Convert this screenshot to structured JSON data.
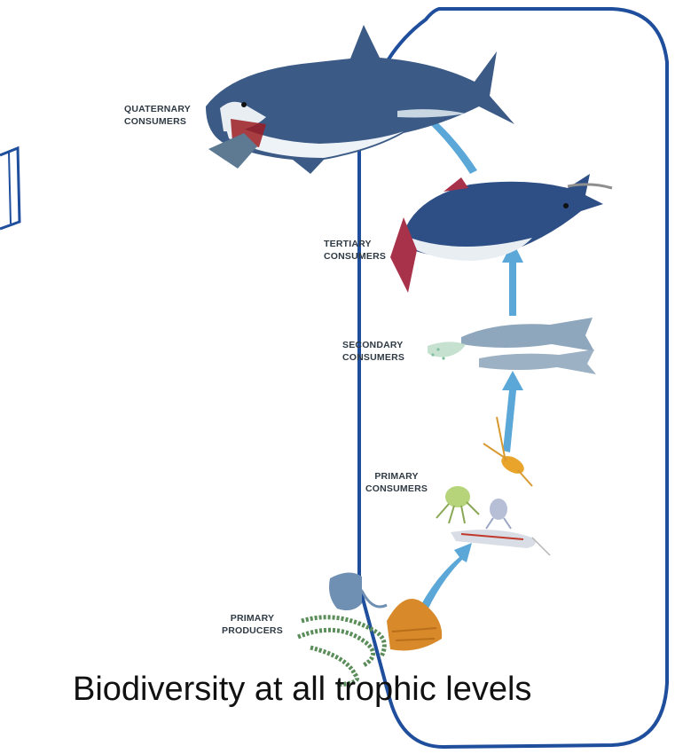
{
  "levels": {
    "quaternary": {
      "line1": "QUATERNARY",
      "line2": "CONSUMERS"
    },
    "tertiary": {
      "line1": "TERTIARY",
      "line2": "CONSUMERS"
    },
    "secondary": {
      "line1": "SECONDARY",
      "line2": "CONSUMERS"
    },
    "primary_consumers": {
      "line1": "PRIMARY",
      "line2": "CONSUMERS"
    },
    "producers": {
      "line1": "PRIMARY",
      "line2": "PRODUCERS"
    }
  },
  "caption": "Biodiversity at all trophic levels",
  "colors": {
    "border": "#1f4e9c",
    "arrow": "#5aa7d8",
    "shark": "#3b5a86",
    "tuna": "#2e4f86",
    "fish": "#8fa7bd",
    "caption": "#111111"
  },
  "icons": [
    "shark",
    "tuna",
    "fish-pair",
    "copepod",
    "mite",
    "krill",
    "shrimp",
    "algae-strand",
    "dinoflagellate",
    "diatom-cone"
  ]
}
